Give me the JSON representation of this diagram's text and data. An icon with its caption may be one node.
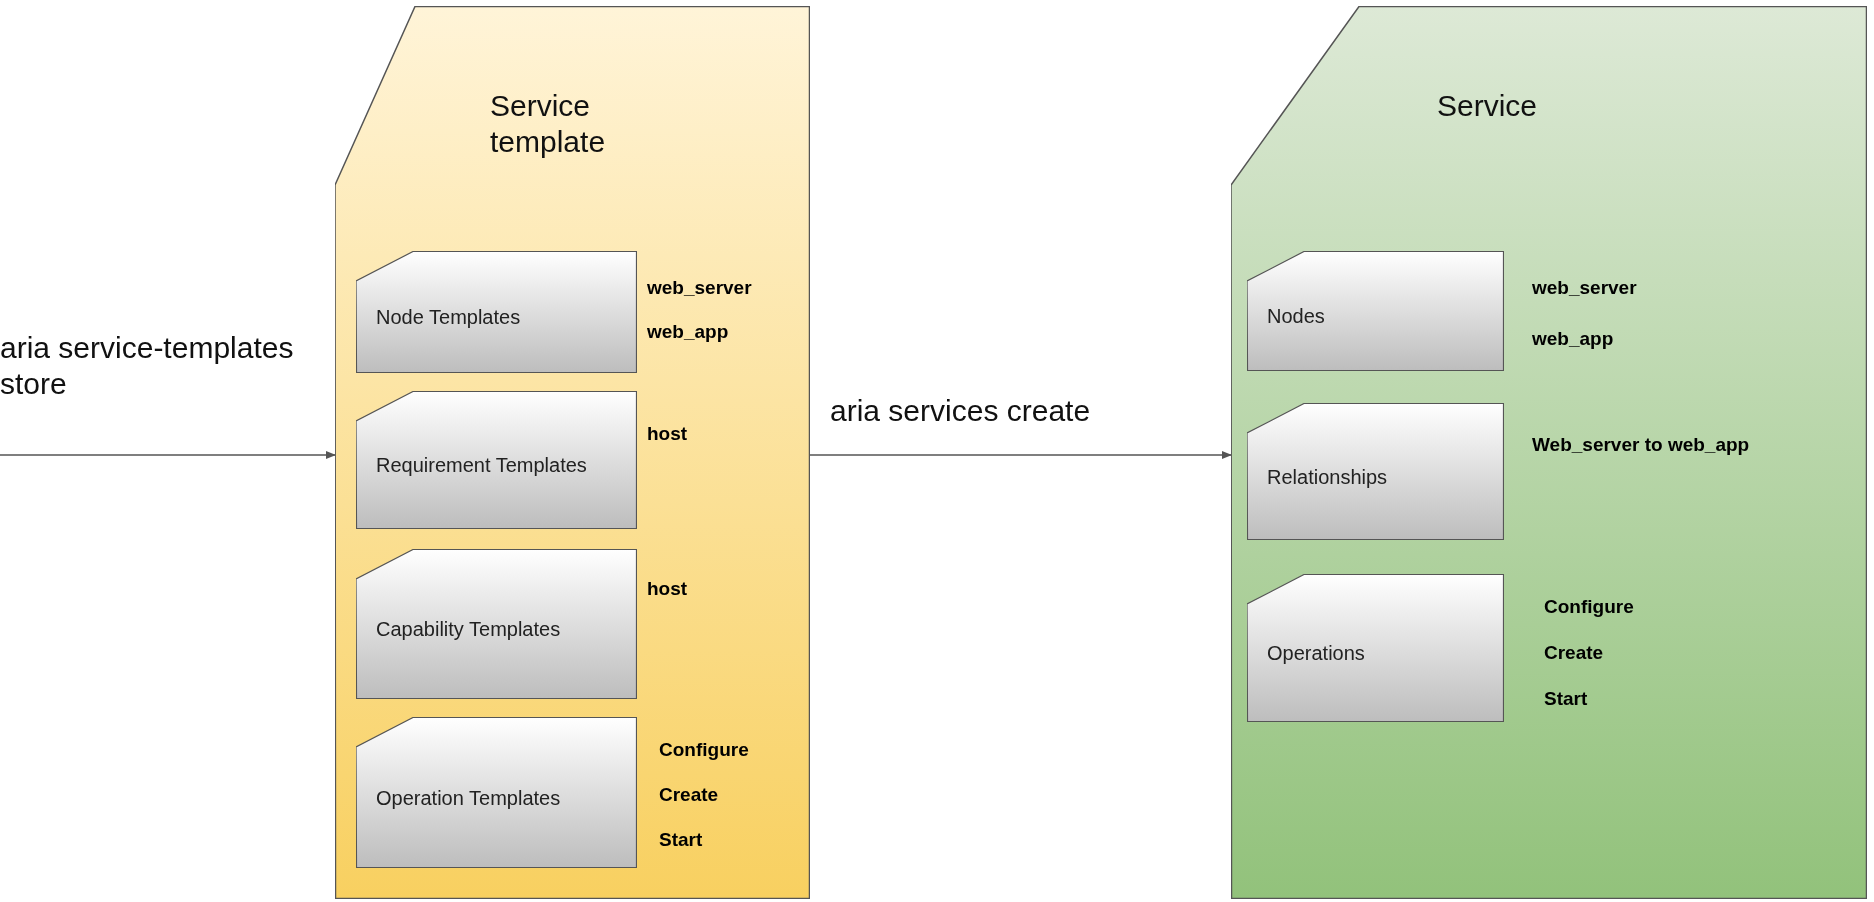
{
  "diagram": {
    "nodes": [
      {
        "text": [
          "Service template"
        ]
      },
      {
        "text": [
          "Node Templates"
        ],
        "in": 0,
        "beside": [
          "web_server",
          "web_app"
        ]
      },
      {
        "text": [
          "Requirement Templates"
        ],
        "in": 0,
        "beside": [
          "host"
        ]
      },
      {
        "text": [
          "Capability Templates"
        ],
        "in": 0,
        "beside": [
          "host"
        ]
      },
      {
        "text": [
          "Operation Templates"
        ],
        "in": 0,
        "beside": [
          "Configure",
          "Create",
          "Start"
        ]
      },
      {
        "text": [
          "Service"
        ]
      },
      {
        "text": [
          "Nodes"
        ],
        "in": 5,
        "beside": [
          "web_server",
          "web_app"
        ]
      },
      {
        "text": [
          "Relationships"
        ],
        "in": 5,
        "beside": [
          "Web_server to web_app"
        ]
      },
      {
        "text": [
          "Operations"
        ],
        "in": 5,
        "beside": [
          "Configure",
          "Create",
          "Start"
        ]
      }
    ],
    "edges": [
      {
        "from": null,
        "to": 0,
        "arrow": "to",
        "label": "aria service-templates store"
      },
      {
        "from": 0,
        "to": 5,
        "arrow": "to",
        "label": "aria services create"
      }
    ]
  }
}
